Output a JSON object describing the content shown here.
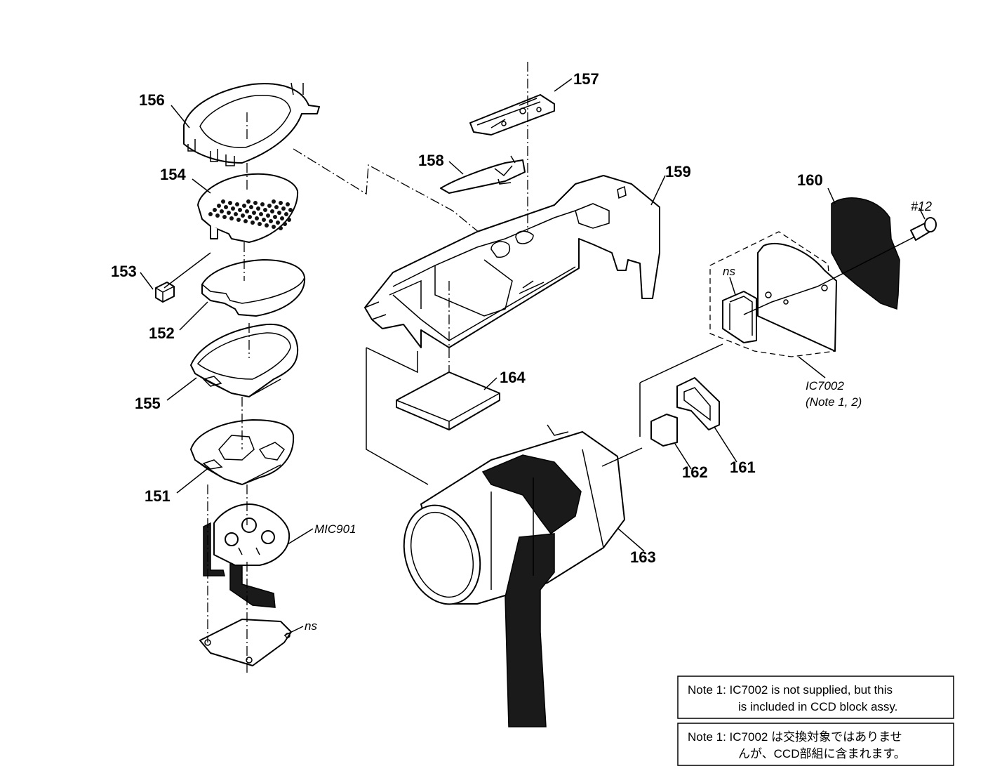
{
  "callouts": {
    "p151": "151",
    "p152": "152",
    "p153": "153",
    "p154": "154",
    "p155": "155",
    "p156": "156",
    "p157": "157",
    "p158": "158",
    "p159": "159",
    "p160": "160",
    "p161": "161",
    "p162": "162",
    "p163": "163",
    "p164": "164",
    "screw12": "#12",
    "mic901": "MIC901",
    "ns_top": "ns",
    "ns_bottom": "ns",
    "ic7002": "IC7002",
    "ic7002_note": "(Note 1, 2)"
  },
  "notes": {
    "en_line1": "Note 1: IC7002 is not supplied, but this",
    "en_line2": "is included in CCD block assy.",
    "jp_line1": "Note 1: IC7002 は交換対象ではありませ",
    "jp_line2": "んが、CCD部組に含まれます。"
  }
}
